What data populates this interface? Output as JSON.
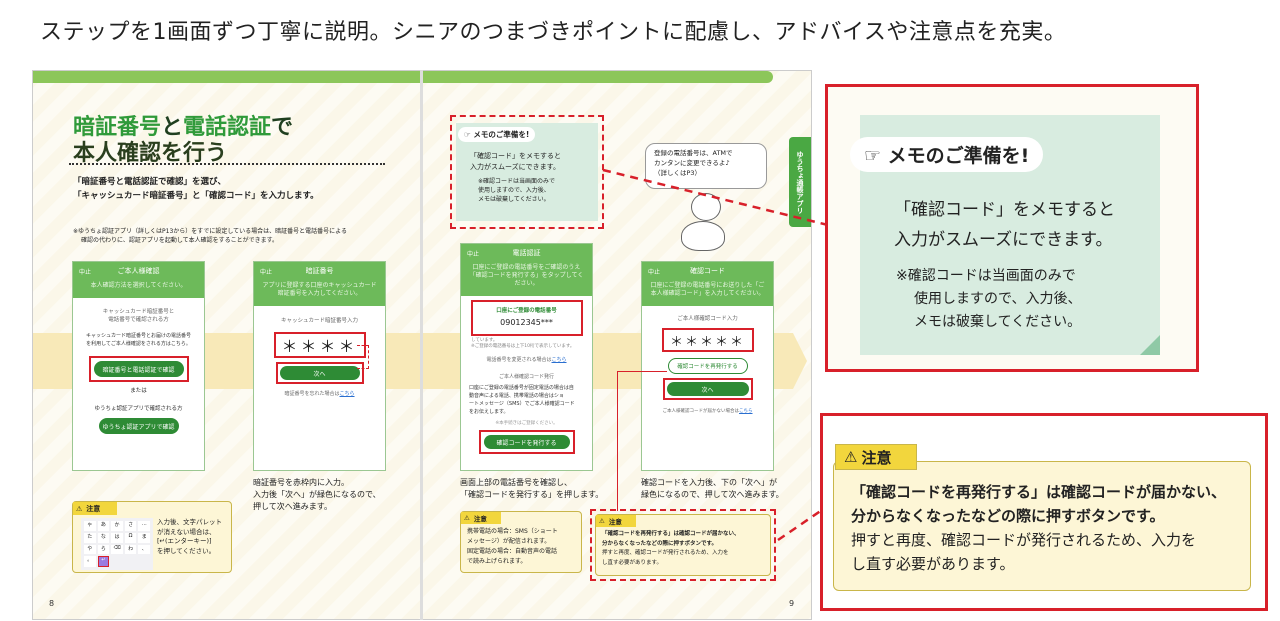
{
  "headline": "ステップを1画面ずつ丁寧に説明。シニアのつまづきポイントに配慮し、アドバイスや注意点を充実。",
  "left_page": {
    "title_part1": "暗証番号",
    "title_part2": "と",
    "title_part3": "電話認証",
    "title_part4": "で",
    "title_line2": "本人確認を行う",
    "lead_line1": "「暗証番号と電話認証で確認」を選び、",
    "lead_line2": "「キャッシュカード暗証番号」と「確認コード」を入力します。",
    "note_line1": "※ゆうちょ認証アプリ（詳しくはP13から）をすでに設定している場合は、暗証番号と電話番号による",
    "note_line2": "確認の代わりに、認証アプリを起動して本人確認をすることができます。",
    "phone1": {
      "back": "中止",
      "header": "ご本人様確認",
      "sub": "本人確認方法を選択してください。",
      "text1": "キャッシュカード暗証番号と",
      "text2": "電話番号で確認される方",
      "text3": "キャッシュカード暗証番号とお届けの電話番号",
      "text4": "を利用してご本人様確認をされる方はこちら。",
      "button1": "暗証番号と電話認証で確認",
      "or": "または",
      "text5": "ゆうちょ認証アプリで確認される方",
      "button2": "ゆうちょ認証アプリで確認"
    },
    "phone2": {
      "back": "中止",
      "header": "暗証番号",
      "sub": "アプリに登録する口座のキャッシュカード暗証番号を入力してください。",
      "label": "キャッシュカード暗証番号入力",
      "pin": "＊＊＊＊",
      "next": "次へ",
      "forgot": "暗証番号を忘れた場合は",
      "forgot_link": "こちら"
    },
    "caption2_1": "暗証番号を赤枠内に入力。",
    "caption2_2": "入力後「次へ」が緑色になるので、",
    "caption2_3": "押して次へ進みます。",
    "note_badge": "注意",
    "note_text1": "入力後、文字パレット",
    "note_text2": "が消えない場合は、",
    "note_text3": "[↵(エンターキー)]",
    "note_text4": "を押してください。",
    "keys": [
      "ゃ",
      "あ",
      "か",
      "さ",
      "…",
      "た",
      "な",
      "は",
      "Ω",
      "ま",
      "や",
      "ら",
      "⌫",
      "わ",
      "、",
      "。",
      "↵"
    ],
    "page_number": "8"
  },
  "right_page": {
    "memo_title": "メモのご準備を!",
    "memo_line1": "「確認コード」をメモすると",
    "memo_line2": "入力がスムーズにできます。",
    "memo_line3": "※確認コードは当画面のみで",
    "memo_line4": "使用しますので、入力後、",
    "memo_line5": "メモは破棄してください。",
    "bubble_line1": "登録の電話番号は、ATMで",
    "bubble_line2": "カンタンに変更できるよ♪",
    "bubble_line3": "（詳しくはP3）",
    "side_tab": "ゆうちょ通帳アプリ",
    "phone3": {
      "back": "中止",
      "header": "電話認証",
      "sub": "口座にご登録の電話番号をご確認のうえ「確認コードを発行する」をタップしてください。",
      "box_label": "口座にご登録の電話番号",
      "number": "09012345***",
      "text1": "しています。",
      "text2": "※ご登録の電話番号は上下10桁で表示しています。",
      "change": "電話番号を変更される場合は",
      "change_link": "こちら",
      "issue_title": "ご本人様確認コード発行",
      "issue_text1": "口座にご登録の電話番号が固定電話の場合は自",
      "issue_text2": "動音声による電話、携帯電話の場合はショ",
      "issue_text3": "ートメッセージ（SMS）でご本人様確認コード",
      "issue_text4": "をお伝えします。",
      "issue_small": "※本手続きはご登録ください。",
      "button": "確認コードを発行する"
    },
    "phone4": {
      "back": "中止",
      "header": "確認コード",
      "sub": "口座にご登録の電話番号にお送りした「ご本人様確認コード」を入力してください。",
      "label": "ご本人様確認コード入力",
      "pin": "＊＊＊＊＊",
      "resend": "確認コードを再発行する",
      "next": "次へ",
      "foot": "ご本人様確認コードが届かない場合は",
      "foot_link": "こちら"
    },
    "caption3_1": "画面上部の電話番号を確認し、",
    "caption3_2": "「確認コードを発行する」を押します。",
    "caption4_1": "確認コードを入力後、下の「次へ」が",
    "caption4_2": "緑色になるので、押して次へ進みます。",
    "note1_badge": "注意",
    "note1_text1": "携帯電話の場合：SMS（ショート",
    "note1_text2": "メッセージ）が配信されます。",
    "note1_text3": "固定電話の場合：自動音声の電話",
    "note1_text4": "で読み上げられます。",
    "note2_badge": "注意",
    "note2_text1": "「確認コードを再発行する」は確認コードが届かない、",
    "note2_text2": "分からなくなったなどの際に押すボタンです。",
    "note2_text3": "押すと再度、確認コードが発行されるため、入力を",
    "note2_text4": "し直す必要があります。",
    "page_number": "9"
  },
  "zoom_memo": {
    "title": "メモのご準備を!",
    "line1": "「確認コード」をメモすると",
    "line2": "入力がスムーズにできます。",
    "line3": "※確認コードは当画面のみで",
    "line4": "使用しますので、入力後、",
    "line5": "メモは破棄してください。"
  },
  "zoom_note": {
    "badge": "注意",
    "line1": "「確認コードを再発行する」は確認コードが届かない、",
    "line2": "分からなくなったなどの際に押すボタンです。",
    "line3": "押すと再度、確認コードが発行されるため、入力を",
    "line4": "し直す必要があります。"
  },
  "colors": {
    "accent_green": "#2f9a3a",
    "button_green": "#2e8b35",
    "highlight_red": "#d8202a",
    "note_yellow": "#f2d63d",
    "memo_green": "#d8ece0"
  }
}
